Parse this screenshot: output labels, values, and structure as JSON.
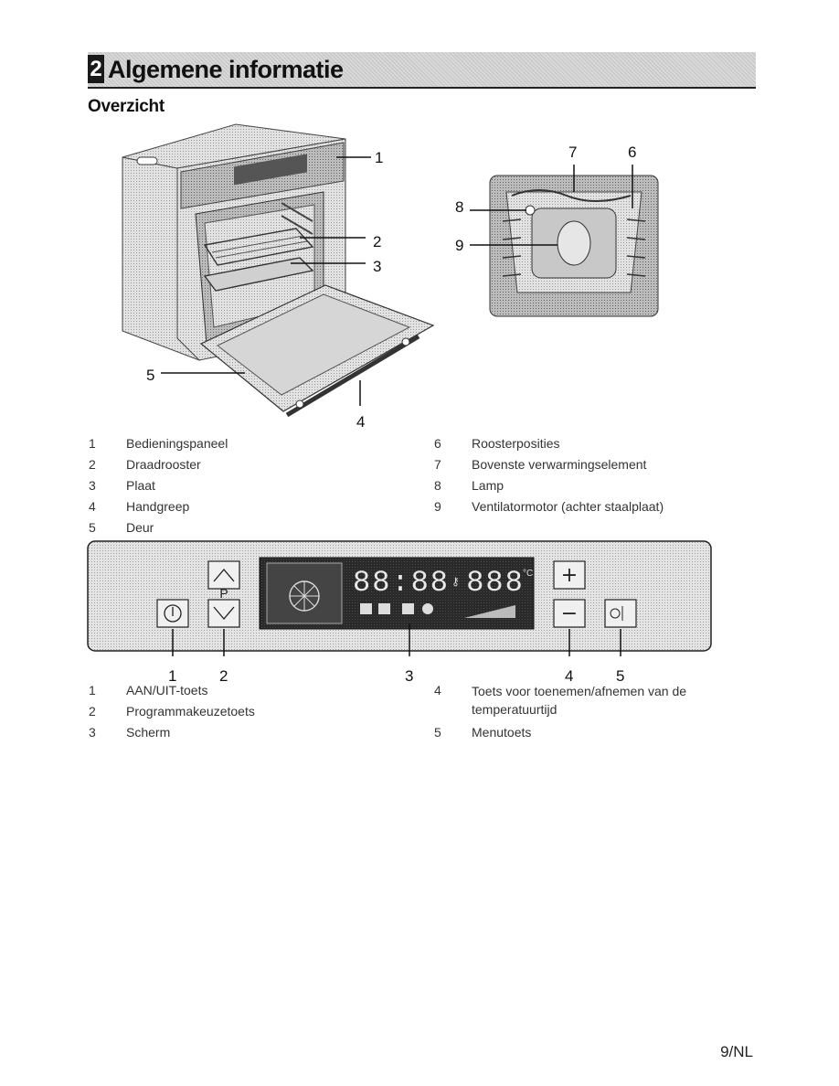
{
  "header": {
    "section_number": "2",
    "title": "Algemene informatie"
  },
  "subheading": "Overzicht",
  "overview_callouts": [
    "1",
    "2",
    "3",
    "4",
    "5",
    "6",
    "7",
    "8",
    "9"
  ],
  "overview_legend_left": [
    {
      "num": "1",
      "text": "Bedieningspaneel"
    },
    {
      "num": "2",
      "text": "Draadrooster"
    },
    {
      "num": "3",
      "text": "Plaat"
    },
    {
      "num": "4",
      "text": "Handgreep"
    },
    {
      "num": "5",
      "text": "Deur"
    }
  ],
  "overview_legend_right": [
    {
      "num": "6",
      "text": "Roosterposities"
    },
    {
      "num": "7",
      "text": "Bovenste verwarmingselement"
    },
    {
      "num": "8",
      "text": "Lamp"
    },
    {
      "num": "9",
      "text": "Ventilatormotor (achter staalplaat)"
    }
  ],
  "control_panel": {
    "program_key_label": "P",
    "display_time": "88:88",
    "display_temp": "888",
    "temp_unit": "°C",
    "plus_label": "+",
    "minus_label": "−",
    "callouts": [
      "1",
      "2",
      "3",
      "4",
      "5"
    ]
  },
  "panel_legend_left": [
    {
      "num": "1",
      "text": "AAN/UIT-toets"
    },
    {
      "num": "2",
      "text": "Programmakeuzetoets"
    },
    {
      "num": "3",
      "text": "Scherm"
    }
  ],
  "panel_legend_right": [
    {
      "num": "4",
      "text": "Toets voor toenemen/afnemen van de temperatuurtijd"
    },
    {
      "num": "5",
      "text": "Menutoets"
    }
  ],
  "icons": [
    "oven-illustration",
    "oven-interior-illustration",
    "power-icon",
    "chevron-up-icon",
    "chevron-down-icon",
    "fan-icon",
    "clock-icon",
    "bell-icon",
    "key-lock-icon"
  ],
  "page_number": "9/NL"
}
